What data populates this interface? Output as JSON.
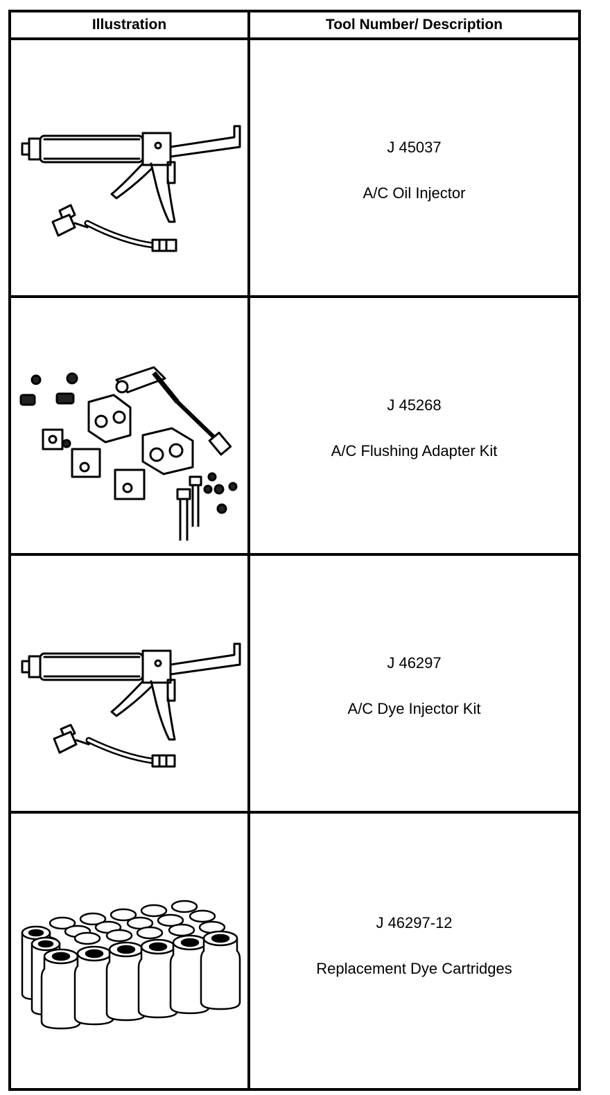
{
  "table": {
    "headers": {
      "illustration": "Illustration",
      "tool": "Tool Number/ Description"
    },
    "rows": [
      {
        "tool_number": "J 45037",
        "description": "A/C Oil Injector",
        "illustration_icon": "oil-injector-gun-icon"
      },
      {
        "tool_number": "J 45268",
        "description": "A/C Flushing Adapter Kit",
        "illustration_icon": "flushing-adapter-kit-icon"
      },
      {
        "tool_number": "J 46297",
        "description": "A/C Dye Injector Kit",
        "illustration_icon": "dye-injector-gun-icon"
      },
      {
        "tool_number": "J 46297-12",
        "description": "Replacement Dye Cartridges",
        "illustration_icon": "dye-cartridges-icon"
      }
    ]
  }
}
